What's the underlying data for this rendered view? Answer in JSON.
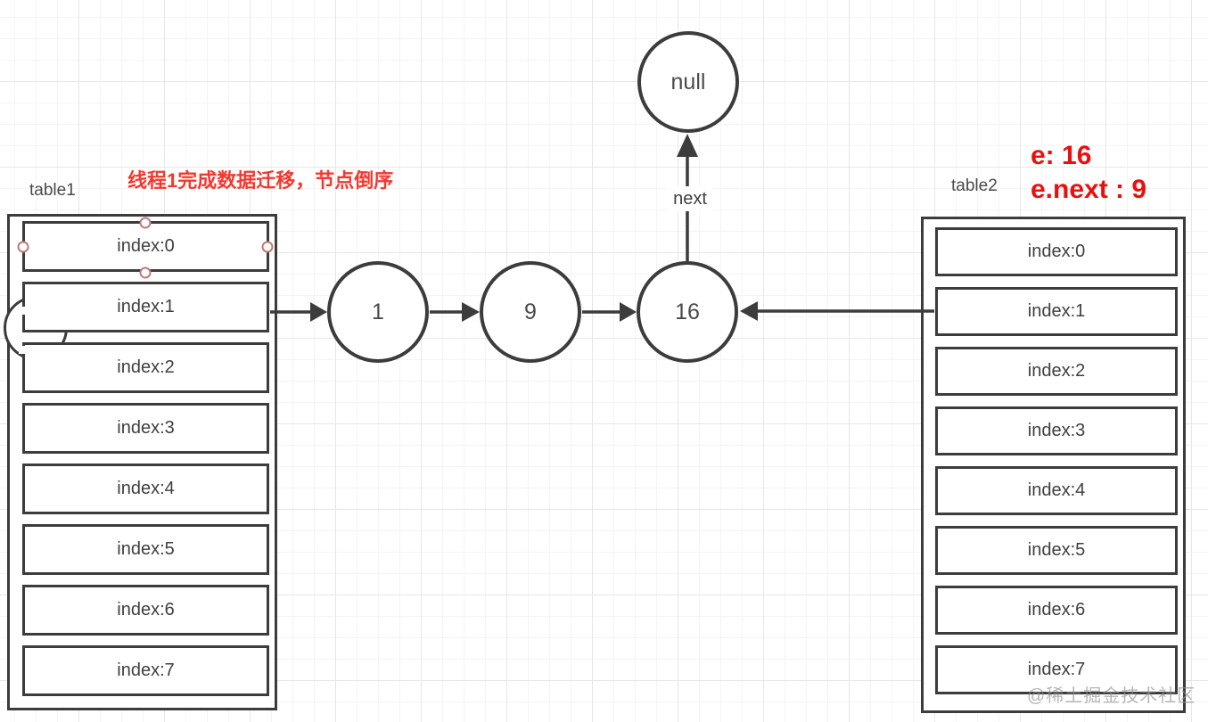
{
  "labels": {
    "table1": "table1",
    "table2": "table2",
    "next": "next"
  },
  "annotations": {
    "migration_note": "线程1完成数据迁移，节点倒序",
    "e_value": "e: 16",
    "e_next_value": "e.next : 9"
  },
  "nodes": {
    "null_label": "null",
    "node1": "1",
    "node9": "9",
    "node16": "16"
  },
  "table1_rows": [
    "index:0",
    "index:1",
    "index:2",
    "index:3",
    "index:4",
    "index:5",
    "index:6",
    "index:7"
  ],
  "table2_rows": [
    "index:0",
    "index:1",
    "index:2",
    "index:3",
    "index:4",
    "index:5",
    "index:6",
    "index:7"
  ],
  "watermark": {
    "text": "@稀土掘金技术社区"
  },
  "colors": {
    "stroke": "#3c3c3c",
    "annotation_red": "#f4382e",
    "value_red": "#eb1010",
    "selection_handle": "#bf7b78"
  }
}
